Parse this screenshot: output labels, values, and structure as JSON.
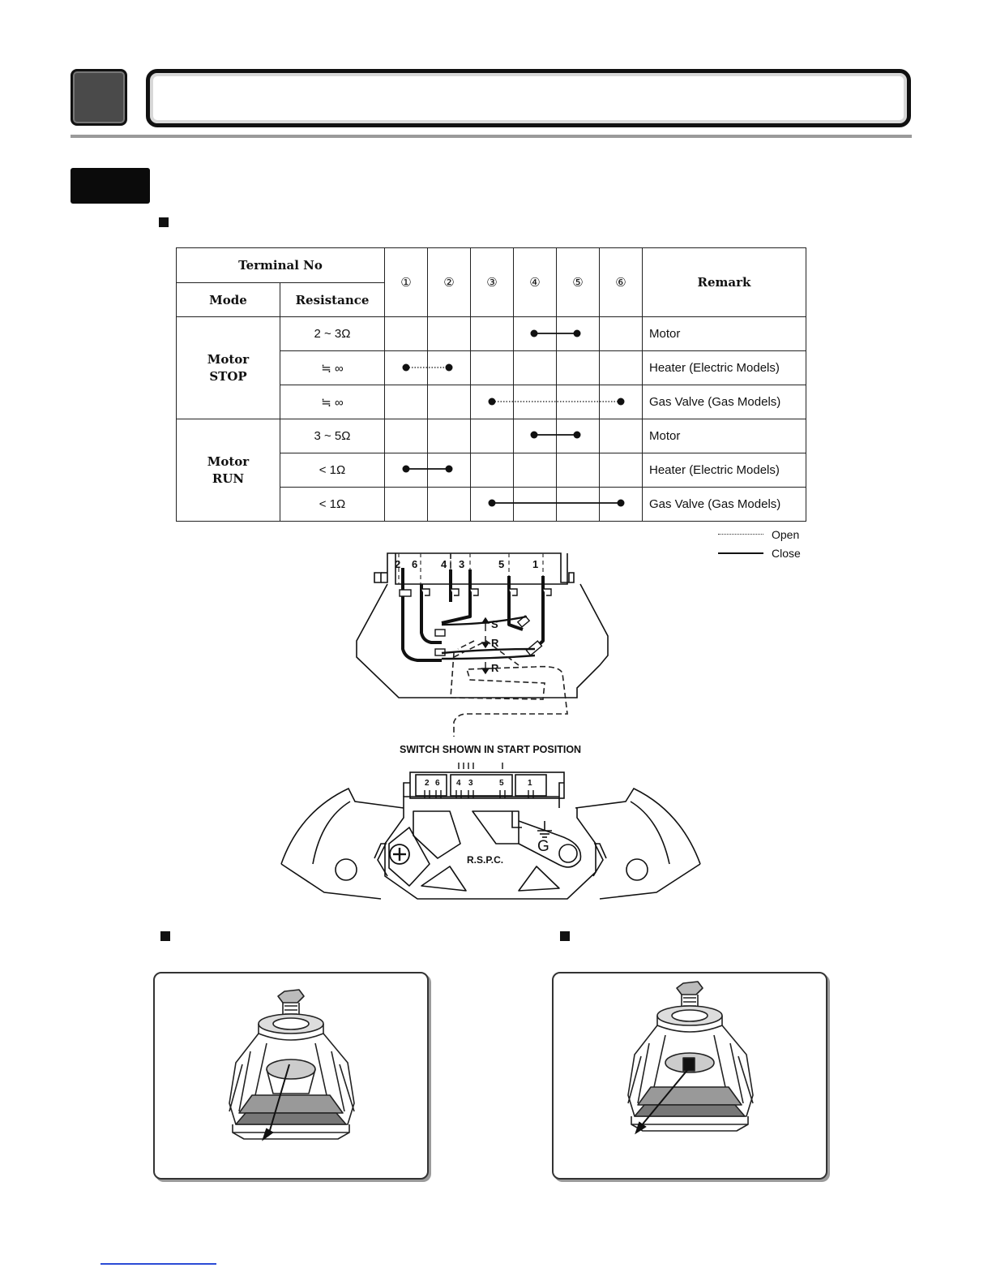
{
  "table": {
    "header": {
      "terminal_no": "Terminal No",
      "mode": "Mode",
      "resistance": "Resistance",
      "terminals": [
        "①",
        "②",
        "③",
        "④",
        "⑤",
        "⑥"
      ],
      "remark": "Remark"
    },
    "groups": [
      {
        "mode_line1": "Motor",
        "mode_line2": "STOP",
        "rows": [
          {
            "resistance": "2 ~ 3Ω",
            "from": 4,
            "to": 5,
            "state": "close",
            "remark": "Motor"
          },
          {
            "resistance": "≒ ∞",
            "from": 1,
            "to": 2,
            "state": "open",
            "remark": "Heater (Electric Models)"
          },
          {
            "resistance": "≒ ∞",
            "from": 3,
            "to": 6,
            "state": "open",
            "remark": "Gas Valve (Gas Models)"
          }
        ]
      },
      {
        "mode_line1": "Motor",
        "mode_line2": "RUN",
        "rows": [
          {
            "resistance": "3 ~ 5Ω",
            "from": 4,
            "to": 5,
            "state": "close",
            "remark": "Motor"
          },
          {
            "resistance": "< 1Ω",
            "from": 1,
            "to": 2,
            "state": "close",
            "remark": "Heater (Electric Models)"
          },
          {
            "resistance": "< 1Ω",
            "from": 3,
            "to": 6,
            "state": "close",
            "remark": "Gas Valve (Gas Models)"
          }
        ]
      }
    ]
  },
  "legend": {
    "open": "Open",
    "close": "Close"
  },
  "diagram": {
    "top_terminals": [
      "2",
      "6",
      "4",
      "3",
      "5",
      "1"
    ],
    "labels": {
      "s": "S",
      "r1": "R",
      "r2": "R"
    },
    "caption": "SWITCH SHOWN IN START POSITION",
    "bottom_terminals": [
      "2",
      "6",
      "4",
      "3",
      "5",
      "1"
    ],
    "center_label": "R.S.P.C.",
    "ground_label": "G"
  }
}
